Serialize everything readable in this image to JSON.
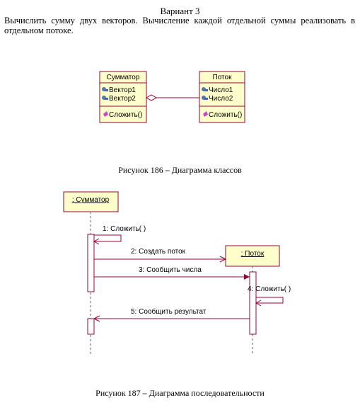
{
  "document": {
    "variant_title": "Вариант 3",
    "task_text": "Вычислить сумму двух векторов. Вычисление каждой отдельной суммы реализовать в отдельном потоке.",
    "figure1": {
      "number": "Рисунок 186",
      "dash": "–",
      "title": "Диаграмма классов"
    },
    "figure2": {
      "number": "Рисунок 187",
      "dash": "–",
      "title": "Диаграмма последовательности"
    }
  },
  "class_diagram": {
    "classes": [
      {
        "name": "Сумматор",
        "attributes": [
          "Вектор1",
          "Вектор2"
        ],
        "operations": [
          "Сложить()"
        ]
      },
      {
        "name": "Поток",
        "attributes": [
          "Число1",
          "Число2"
        ],
        "operations": [
          "Сложить()"
        ]
      }
    ],
    "relation": "aggregation"
  },
  "sequence_diagram": {
    "objects": [
      ": Сумматор",
      ": Поток"
    ],
    "messages": [
      "1: Сложить( )",
      "2: Создать поток",
      "3: Сообщить числа",
      "4: Сложить( )",
      "5: Сообщить результат"
    ]
  },
  "colors": {
    "box_fill": "#ffffcc",
    "box_border": "#990033",
    "line": "#990033",
    "attr_icon": "#5577aa",
    "op_icon": "#cc44cc"
  }
}
